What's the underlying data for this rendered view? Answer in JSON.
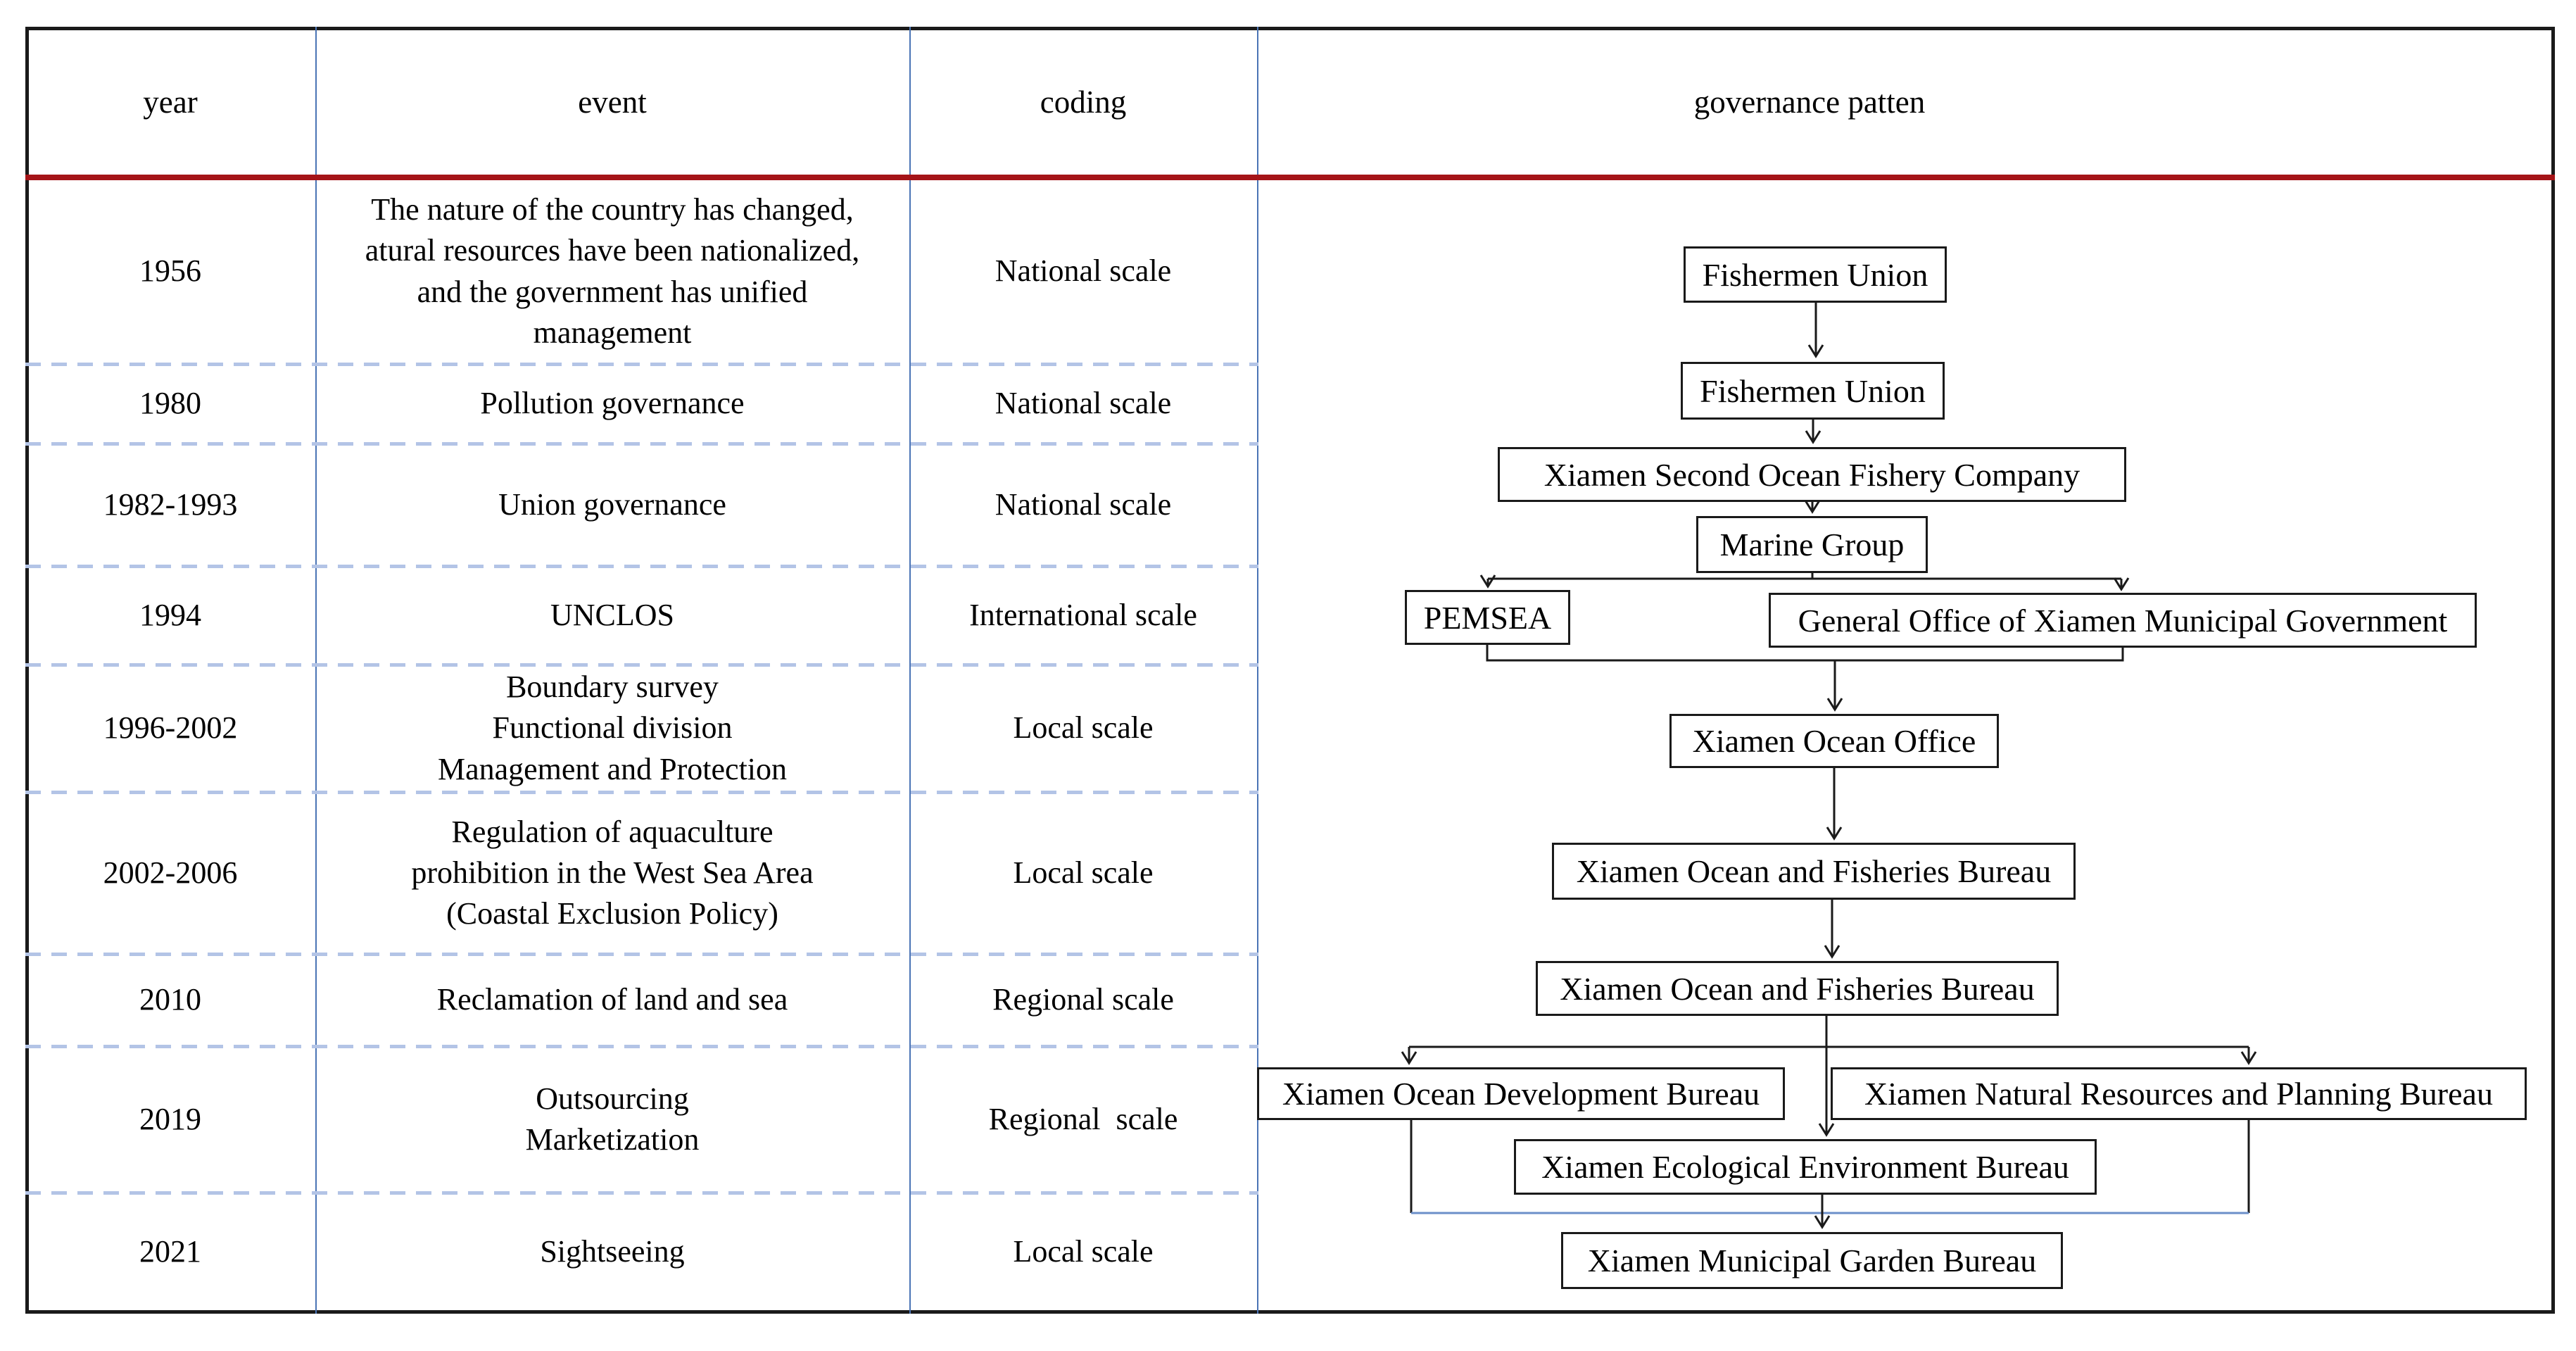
{
  "header": {
    "year": "year",
    "event": "event",
    "coding": "coding",
    "governance": "governance patten"
  },
  "rows": [
    {
      "year": "1956",
      "event": "The nature of the country has changed,\natural resources have been nationalized,\nand the government has unified\nmanagement",
      "coding": "National scale"
    },
    {
      "year": "1980",
      "event": "Pollution governance",
      "coding": "National scale"
    },
    {
      "year": "1982-1993",
      "event": "Union governance",
      "coding": "National scale"
    },
    {
      "year": "1994",
      "event": "UNCLOS",
      "coding": "International scale"
    },
    {
      "year": "1996-2002",
      "event": "Boundary survey\nFunctional division\nManagement and Protection",
      "coding": "Local scale"
    },
    {
      "year": "2002-2006",
      "event": "Regulation of aquaculture\nprohibition in the West Sea Area\n(Coastal Exclusion Policy)",
      "coding": "Local scale"
    },
    {
      "year": "2010",
      "event": "Reclamation of land and sea",
      "coding": "Regional scale"
    },
    {
      "year": "2019",
      "event": "Outsourcing\nMarketization",
      "coding": "Regional  scale"
    },
    {
      "year": "2021",
      "event": "Sightseeing",
      "coding": "Local scale"
    }
  ],
  "flowchart": {
    "boxes": [
      {
        "label": "Fishermen Union"
      },
      {
        "label": "Fishermen Union"
      },
      {
        "label": "Xiamen Second Ocean Fishery Company"
      },
      {
        "label": "Marine Group"
      },
      {
        "label": "PEMSEA"
      },
      {
        "label": "General Office of Xiamen Municipal Government"
      },
      {
        "label": "Xiamen Ocean Office"
      },
      {
        "label": "Xiamen Ocean and Fisheries Bureau"
      },
      {
        "label": "Xiamen Ocean and Fisheries Bureau"
      },
      {
        "label": "Xiamen Ocean Development Bureau"
      },
      {
        "label": "Xiamen Natural Resources and Planning Bureau"
      },
      {
        "label": "Xiamen Ecological Environment Bureau"
      },
      {
        "label": "Xiamen Municipal Garden Bureau"
      }
    ]
  },
  "colors": {
    "ink": "#1a1a1a",
    "red_line": "#a51418",
    "column_divider": "#4a74b5",
    "row_dash": "#b3c4e6",
    "merge_line": "#6b8fc9"
  }
}
